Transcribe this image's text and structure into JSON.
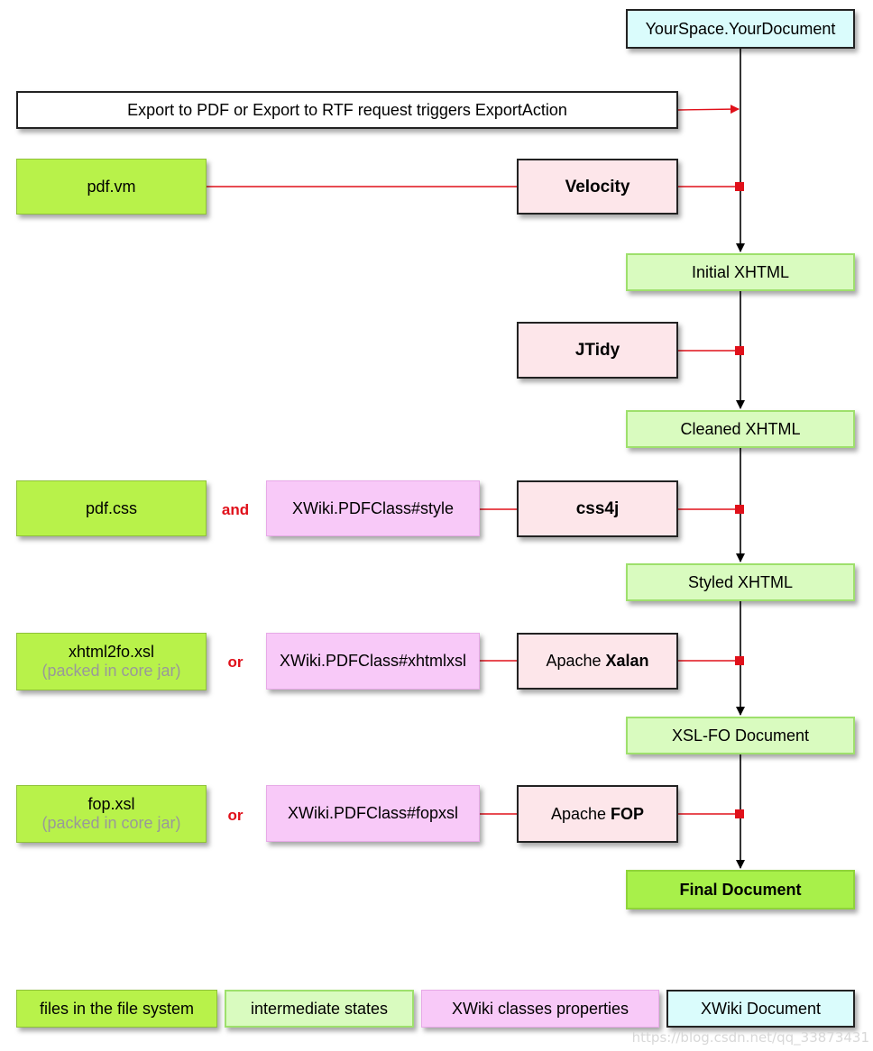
{
  "colors": {
    "files": "#b8f24a",
    "intermediate": "#d9fbbf",
    "final": "#a8f04a",
    "xwiki_class": "#f8c9f8",
    "xwiki_document": "#dafcfc",
    "tool": "#fde6ea",
    "connector": "#e0101a",
    "flow_arrow": "#000000"
  },
  "flow": {
    "source": "YourSpace.YourDocument",
    "trigger": "Export to PDF or Export to RTF request triggers ExportAction",
    "initial": "Initial XHTML",
    "cleaned": "Cleaned XHTML",
    "styled": "Styled XHTML",
    "xslfo": "XSL-FO Document",
    "final": "Final Document"
  },
  "steps": {
    "velocity": {
      "input": "pdf.vm",
      "tool": "Velocity"
    },
    "jtidy": {
      "tool": "JTidy"
    },
    "css4j": {
      "input_file": "pdf.css",
      "conjunction": "and",
      "input_class": "XWiki.PDFClass#style",
      "tool": "css4j"
    },
    "xalan": {
      "input_file": "xhtml2fo.xsl",
      "input_file_note": "(packed in core jar)",
      "conjunction": "or",
      "input_class": "XWiki.PDFClass#xhtmlxsl",
      "tool_prefix": "Apache ",
      "tool_name": "Xalan"
    },
    "fop": {
      "input_file": "fop.xsl",
      "input_file_note": "(packed in core jar)",
      "conjunction": "or",
      "input_class": "XWiki.PDFClass#fopxsl",
      "tool_prefix": "Apache ",
      "tool_name": "FOP"
    }
  },
  "legend": {
    "files": "files in the file system",
    "intermediate": "intermediate states",
    "classes": "XWiki classes properties",
    "document": "XWiki Document"
  },
  "watermark": "https://blog.csdn.net/qq_33873431"
}
